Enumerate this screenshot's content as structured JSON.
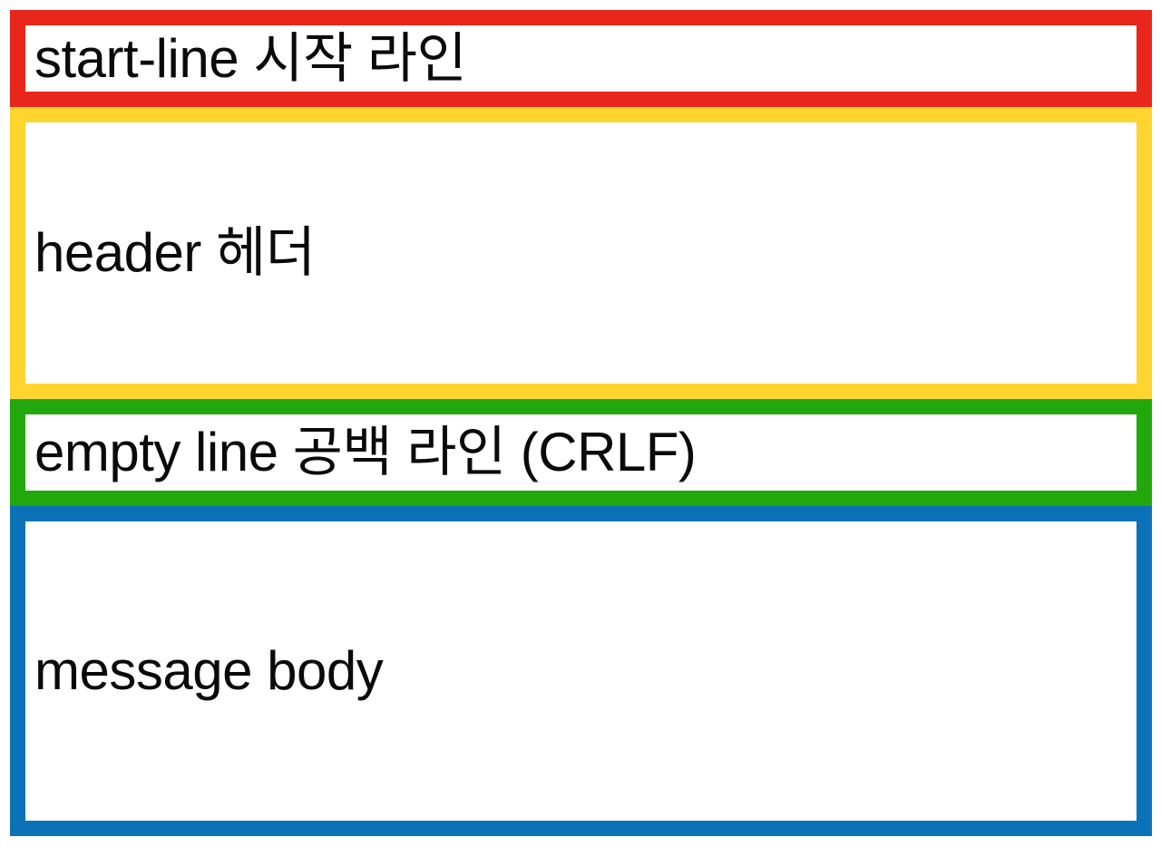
{
  "page": {
    "background": "#ffffff",
    "text_color": "#0a0a0a"
  },
  "diagram": {
    "name": "http-message-structure",
    "boxes": [
      {
        "id": "start-line",
        "label": "start-line 시작 라인",
        "border_color": "#e9261b"
      },
      {
        "id": "header",
        "label": "header 헤더",
        "border_color": "#ffd42e"
      },
      {
        "id": "empty-line",
        "label": "empty line 공백 라인 (CRLF)",
        "border_color": "#22a80d"
      },
      {
        "id": "message-body",
        "label": "message body",
        "border_color": "#0b72b8"
      }
    ]
  }
}
